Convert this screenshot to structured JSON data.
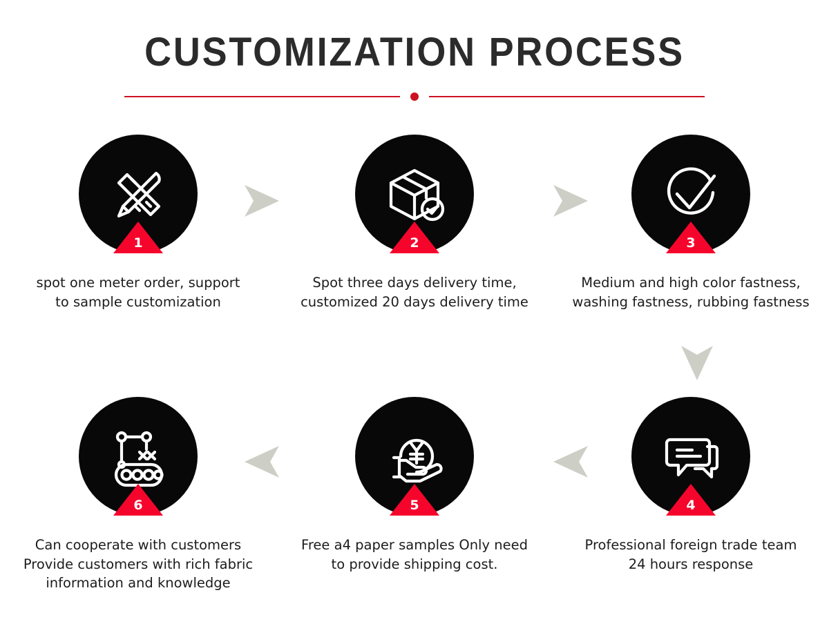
{
  "header": {
    "title": "CUSTOMIZATION PROCESS",
    "divider_color": "#cc1122",
    "title_color": "#2b2b2b"
  },
  "theme": {
    "circle_color": "#080808",
    "badge_color": "#f5052c",
    "arrow_color": "#cdcec6",
    "background": "#ffffff",
    "text_color": "#1c1c1c"
  },
  "steps": [
    {
      "number": "1",
      "icon": "pencil-ruler-icon",
      "caption": "spot one meter order, support\nto sample customization"
    },
    {
      "number": "2",
      "icon": "box-check-icon",
      "caption": "Spot three days delivery time,\ncustomized 20 days delivery time"
    },
    {
      "number": "3",
      "icon": "check-circle-icon",
      "caption": "Medium and high color fastness,\nwashing fastness, rubbing fastness"
    },
    {
      "number": "4",
      "icon": "chat-bubbles-icon",
      "caption": "Professional foreign trade team\n24 hours response"
    },
    {
      "number": "5",
      "icon": "hand-yen-coin-icon",
      "caption": "Free a4 paper samples Only need\nto provide shipping cost."
    },
    {
      "number": "6",
      "icon": "conveyor-belt-icon",
      "caption": "Can cooperate with customers\nProvide customers with rich fabric\ninformation and knowledge"
    }
  ],
  "arrows": [
    {
      "name": "arrow-step1-to-step2",
      "direction": "right"
    },
    {
      "name": "arrow-step2-to-step3",
      "direction": "right"
    },
    {
      "name": "arrow-step3-to-step4",
      "direction": "down"
    },
    {
      "name": "arrow-step4-to-step5",
      "direction": "left"
    },
    {
      "name": "arrow-step5-to-step6",
      "direction": "left"
    }
  ]
}
